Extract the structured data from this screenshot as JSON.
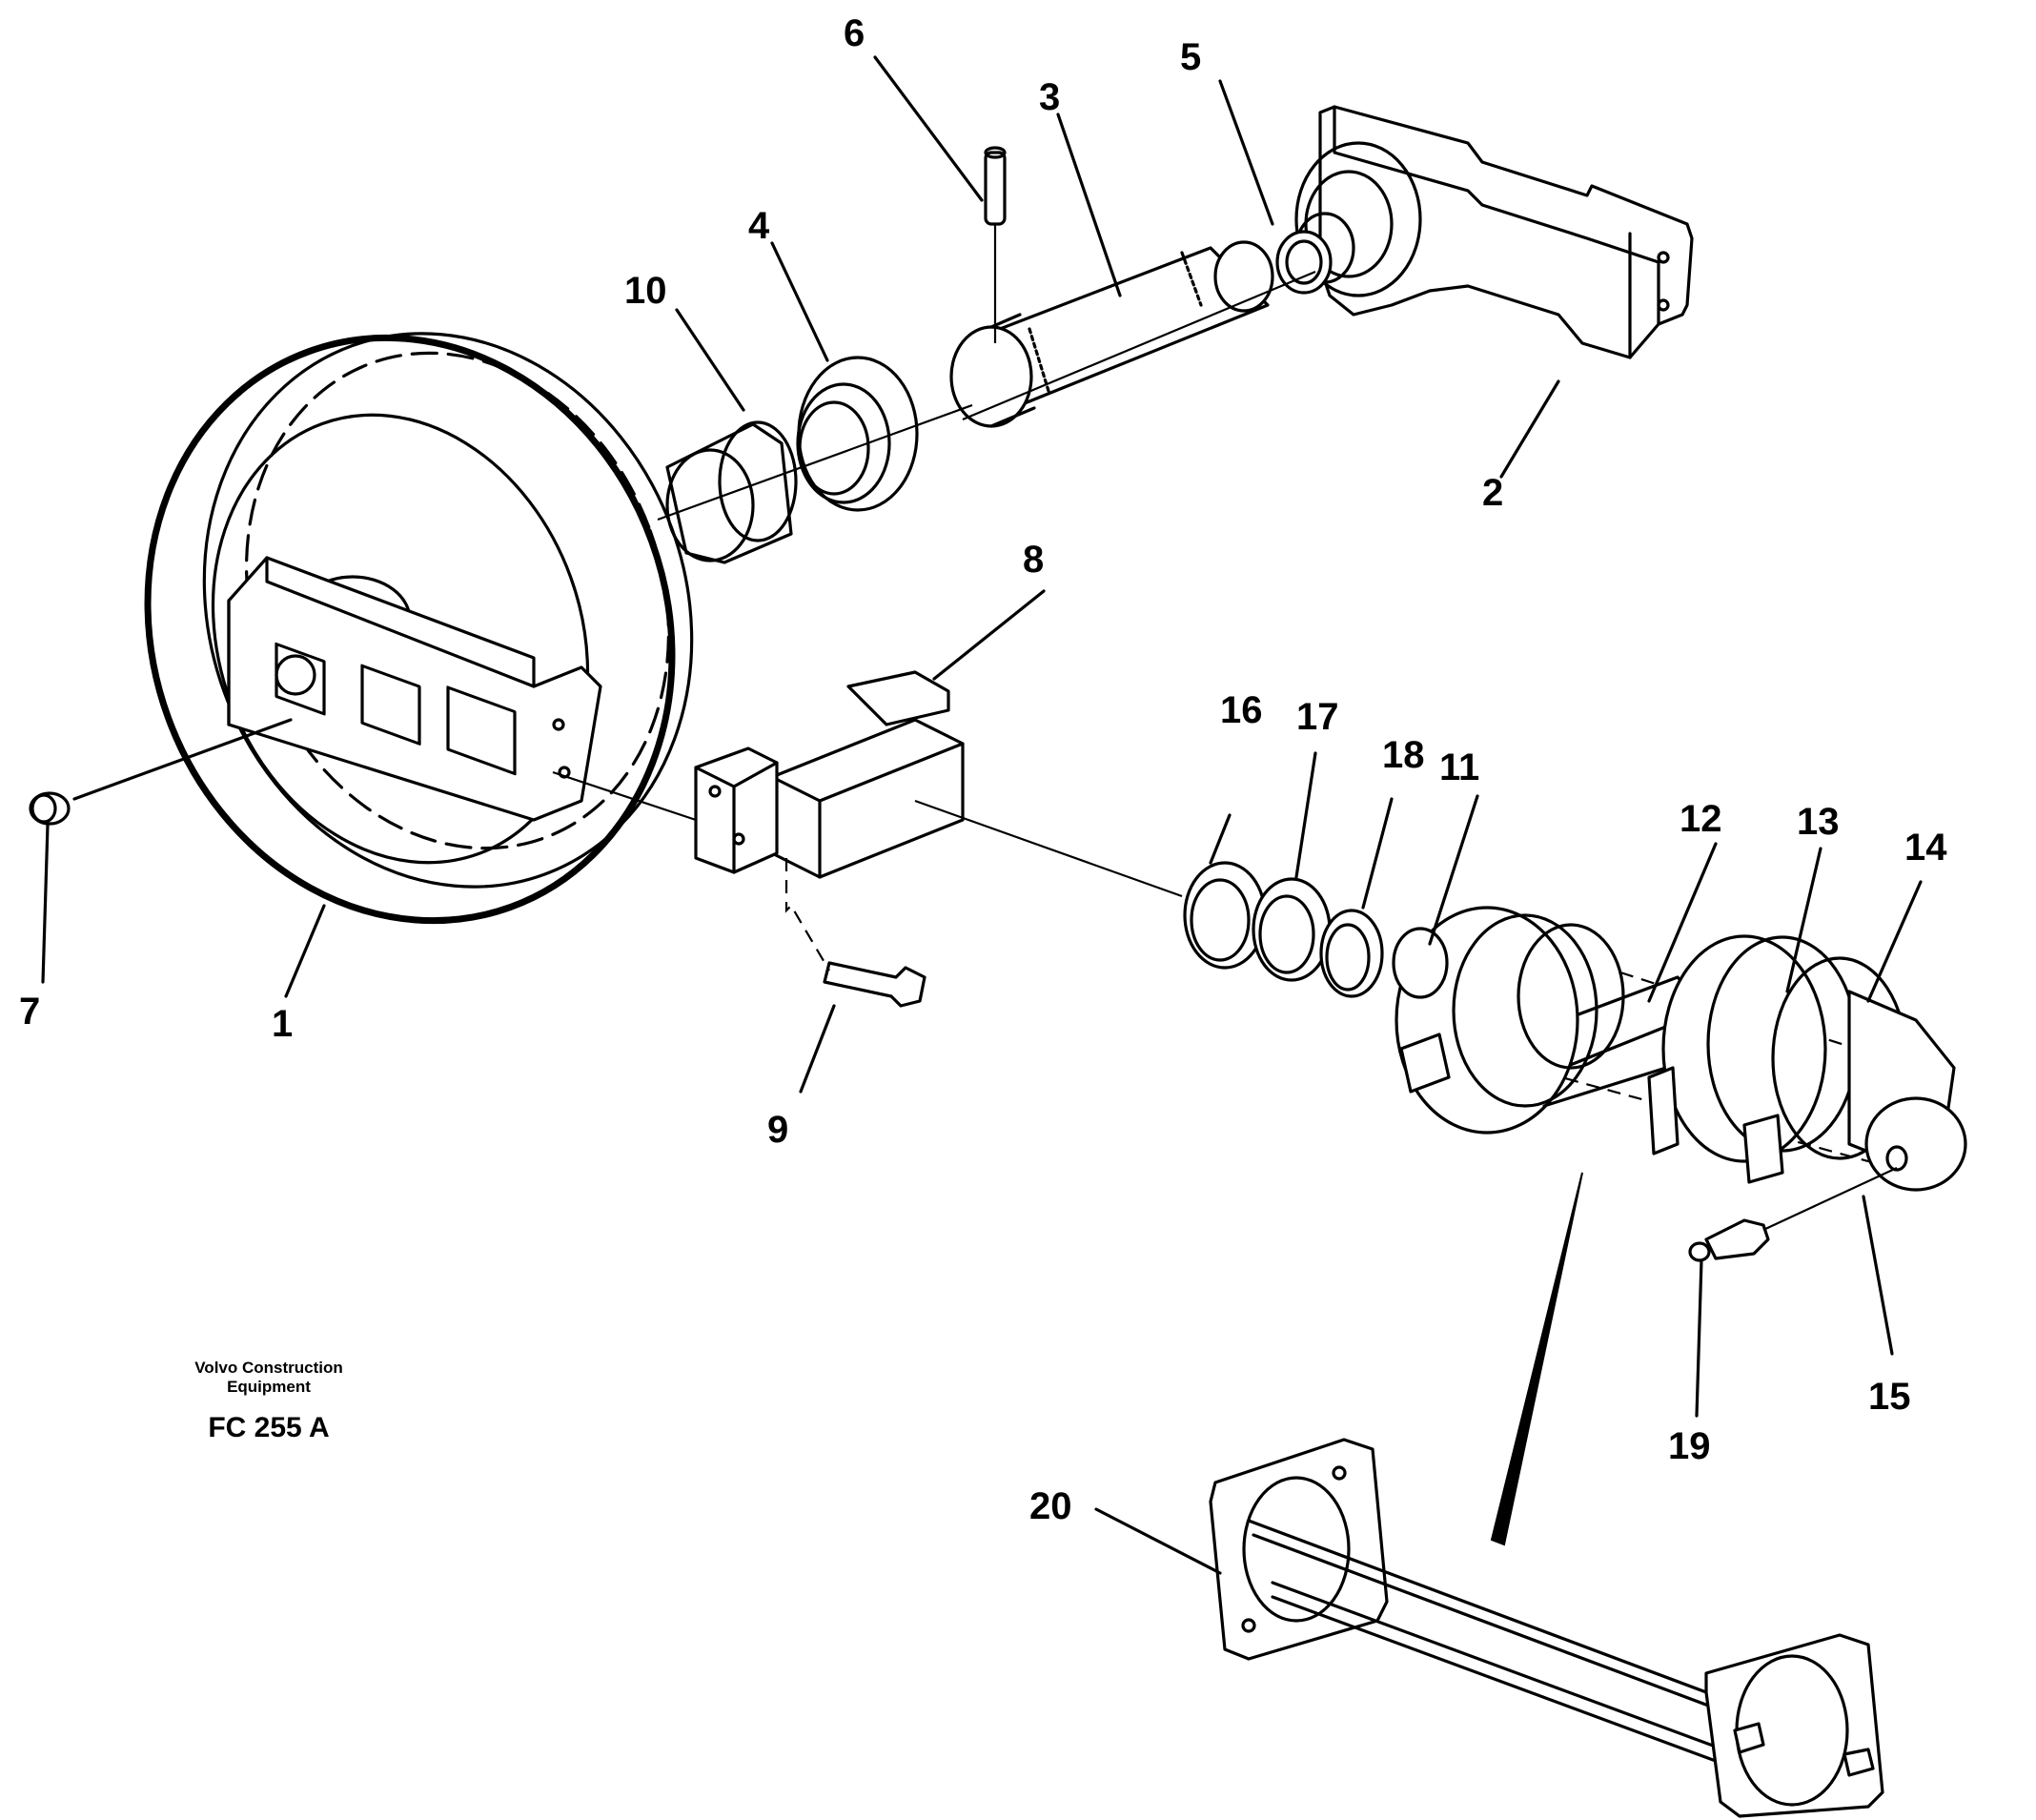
{
  "callouts": [
    {
      "id": "1",
      "label": "1"
    },
    {
      "id": "2",
      "label": "2"
    },
    {
      "id": "3",
      "label": "3"
    },
    {
      "id": "4",
      "label": "4"
    },
    {
      "id": "5",
      "label": "5"
    },
    {
      "id": "6",
      "label": "6"
    },
    {
      "id": "7",
      "label": "7"
    },
    {
      "id": "8",
      "label": "8"
    },
    {
      "id": "9",
      "label": "9"
    },
    {
      "id": "10",
      "label": "10"
    },
    {
      "id": "11",
      "label": "11"
    },
    {
      "id": "12",
      "label": "12"
    },
    {
      "id": "13",
      "label": "13"
    },
    {
      "id": "14",
      "label": "14"
    },
    {
      "id": "15",
      "label": "15"
    },
    {
      "id": "16",
      "label": "16"
    },
    {
      "id": "17",
      "label": "17"
    },
    {
      "id": "18",
      "label": "18"
    },
    {
      "id": "19",
      "label": "19"
    },
    {
      "id": "20",
      "label": "20"
    }
  ],
  "caption": {
    "line1": "Volvo Construction",
    "line2": "Equipment",
    "code": "FC 255 A"
  }
}
